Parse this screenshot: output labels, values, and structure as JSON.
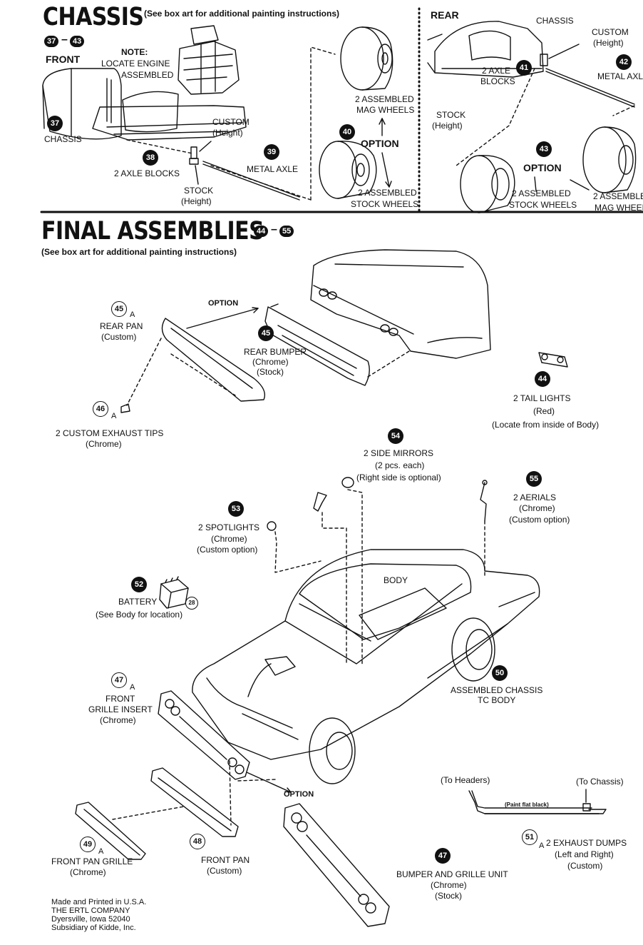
{
  "chassis": {
    "title": "CHASSIS",
    "note": "(See box art for additional painting instructions)",
    "step_from": "37",
    "step_to": "43",
    "front": {
      "heading": "FRONT",
      "note_title": "NOTE:",
      "note_line1": "LOCATE ENGINE",
      "note_line2": "ASSEMBLED",
      "chassis_label": "CHASSIS",
      "chassis_step": "37",
      "axle_blocks_step": "38",
      "axle_blocks_label": "2 AXLE BLOCKS",
      "custom_line1": "CUSTOM",
      "custom_line2": "(Height)",
      "stock_line1": "STOCK",
      "stock_line2": "(Height)",
      "axle_step": "39",
      "axle_label": "METAL AXLE",
      "mag_line1": "2 ASSEMBLED",
      "mag_line2": "MAG WHEELS",
      "wheel_step": "40",
      "option_label": "OPTION",
      "stockw_line1": "2 ASSEMBLED",
      "stockw_line2": "STOCK WHEELS"
    },
    "rear": {
      "heading": "REAR",
      "chassis_label": "CHASSIS",
      "custom_line1": "CUSTOM",
      "custom_line2": "(Height)",
      "axle_step": "42",
      "axle_label": "METAL AXL",
      "blocks_line1": "2 AXLE",
      "blocks_line2": "BLOCKS",
      "blocks_step": "41",
      "stock_line1": "STOCK",
      "stock_line2": "(Height)",
      "wheel_step": "43",
      "option_label": "OPTION",
      "stockw_line1": "2 ASSEMBLED",
      "stockw_line2": "STOCK WHEELS",
      "mag_line1": "2 ASSEMBLE",
      "mag_line2": "MAG WHEEL"
    }
  },
  "final": {
    "title": "FINAL ASSEMBLIES",
    "step_from": "44",
    "step_to": "55",
    "note": "(See box art for additional painting instructions)",
    "option_top": "OPTION",
    "rear_pan": {
      "step": "45",
      "suffix": "A",
      "line1": "REAR PAN",
      "line2": "(Custom)"
    },
    "rear_bumper": {
      "step": "45",
      "line1": "REAR BUMPER",
      "line2": "(Chrome)",
      "line3": "(Stock)"
    },
    "exhaust_tips": {
      "step": "46",
      "suffix": "A",
      "line1": "2 CUSTOM EXHAUST TIPS",
      "line2": "(Chrome)"
    },
    "tail_lights": {
      "step": "44",
      "line1": "2 TAIL LIGHTS",
      "line2": "(Red)",
      "line3": "(Locate from inside of Body)"
    },
    "side_mirrors": {
      "step": "54",
      "line1": "2 SIDE MIRRORS",
      "line2": "(2 pcs. each)",
      "line3": "(Right side is optional)"
    },
    "aerials": {
      "step": "55",
      "line1": "2 AERIALS",
      "line2": "(Chrome)",
      "line3": "(Custom option)"
    },
    "spotlights": {
      "step": "53",
      "line1": "2 SPOTLIGHTS",
      "line2": "(Chrome)",
      "line3": "(Custom option)"
    },
    "battery": {
      "step": "52",
      "line1": "BATTERY",
      "line2": "(See Body for location)",
      "ref": "28"
    },
    "body_label": "BODY",
    "chassis_tc": {
      "step": "50",
      "line1": "ASSEMBLED CHASSIS",
      "line2": "TC BODY"
    },
    "grille_insert": {
      "step": "47",
      "suffix": "A",
      "line1": "FRONT",
      "line2": "GRILLE INSERT",
      "line3": "(Chrome)"
    },
    "option_bottom": "OPTION",
    "headers": "(To Headers)",
    "to_chassis": "(To Chassis)",
    "paint": "(Paint flat black)",
    "exhaust_dumps": {
      "step": "51",
      "suffix": "A",
      "line1": "2 EXHAUST DUMPS",
      "line2": "(Left and Right)",
      "line3": "(Custom)"
    },
    "front_pan_grille": {
      "step": "49",
      "suffix": "A",
      "line1": "FRONT PAN GRILLE",
      "line2": "(Chrome)"
    },
    "front_pan": {
      "step": "48",
      "line1": "FRONT PAN",
      "line2": "(Custom)"
    },
    "bumper_grille": {
      "step": "47",
      "line1": "BUMPER AND GRILLE UNIT",
      "line2": "(Chrome)",
      "line3": "(Stock)"
    }
  },
  "footer": {
    "line1": "Made and Printed in U.S.A.",
    "line2": "THE ERTL COMPANY",
    "line3": "Dyersville, Iowa 52040",
    "line4": "Subsidiary of Kidde, Inc."
  }
}
